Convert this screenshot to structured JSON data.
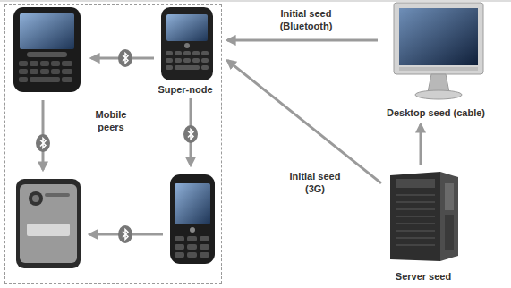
{
  "diagram": {
    "nodes": [
      {
        "text": [
          "Mobile peers"
        ]
      },
      {
        "text": [
          "Super-node"
        ],
        "in": 0
      },
      {
        "text": [
          "Desktop seed (cable)"
        ]
      },
      {
        "text": [
          "Server seed"
        ]
      }
    ],
    "edges": [
      {
        "from": 3,
        "to": 2,
        "arrow": "to"
      },
      {
        "from": 2,
        "to": 0,
        "arrow": "to",
        "label": "Initial seed (Bluetooth)"
      },
      {
        "from": 3,
        "to": 0,
        "arrow": "to",
        "label": "Initial seed (3G)"
      }
    ]
  }
}
